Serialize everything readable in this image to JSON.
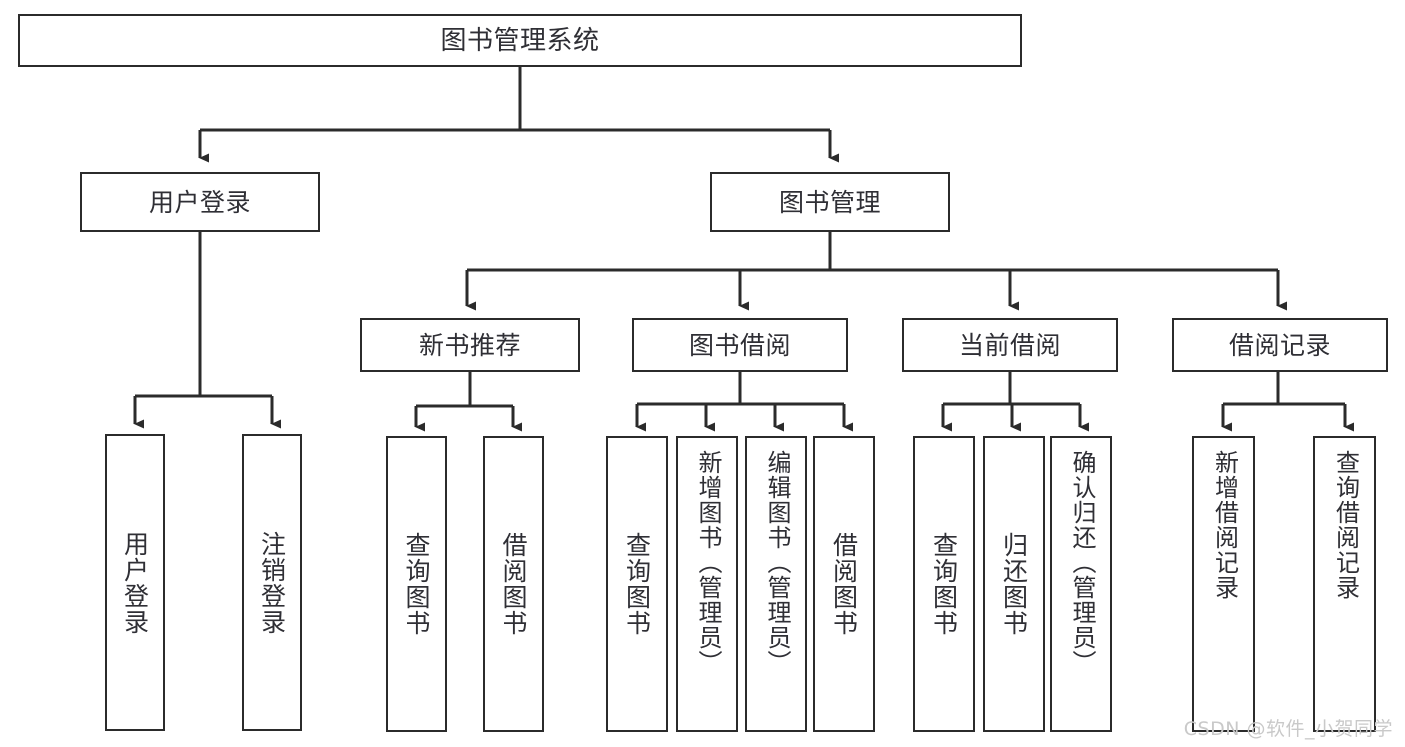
{
  "diagram": {
    "type": "tree-hierarchy",
    "title": "图书管理系统",
    "orientation": "top-down",
    "background_color": "#ffffff",
    "line_color": "#2b2b2b",
    "text_color": "#2f2f35",
    "levels": [
      {
        "level": 0,
        "nodes": [
          {
            "id": "root",
            "label": "图书管理系统",
            "text_direction": "horizontal"
          }
        ]
      },
      {
        "level": 1,
        "nodes": [
          {
            "id": "login",
            "label": "用户登录",
            "text_direction": "horizontal",
            "parent": "root"
          },
          {
            "id": "bookmgmt",
            "label": "图书管理",
            "text_direction": "horizontal",
            "parent": "root"
          }
        ]
      },
      {
        "level": 2,
        "nodes": [
          {
            "id": "newbook",
            "label": "新书推荐",
            "text_direction": "horizontal",
            "parent": "bookmgmt"
          },
          {
            "id": "borrow",
            "label": "图书借阅",
            "text_direction": "horizontal",
            "parent": "bookmgmt"
          },
          {
            "id": "current",
            "label": "当前借阅",
            "text_direction": "horizontal",
            "parent": "bookmgmt"
          },
          {
            "id": "records",
            "label": "借阅记录",
            "text_direction": "horizontal",
            "parent": "bookmgmt"
          }
        ]
      },
      {
        "level": 3,
        "nodes": [
          {
            "id": "leaf-user-login",
            "label": "用户登录",
            "text_direction": "vertical",
            "parent": "login"
          },
          {
            "id": "leaf-user-logout",
            "label": "注销登录",
            "text_direction": "vertical",
            "parent": "login"
          },
          {
            "id": "leaf-new-query",
            "label": "查询图书",
            "text_direction": "vertical",
            "parent": "newbook"
          },
          {
            "id": "leaf-new-borrow",
            "label": "借阅图书",
            "text_direction": "vertical",
            "parent": "newbook"
          },
          {
            "id": "leaf-borrow-query",
            "label": "查询图书",
            "text_direction": "vertical",
            "parent": "borrow"
          },
          {
            "id": "leaf-borrow-add",
            "label": "新增图书（管理员）",
            "text_direction": "vertical",
            "parent": "borrow"
          },
          {
            "id": "leaf-borrow-edit",
            "label": "编辑图书（管理员）",
            "text_direction": "vertical",
            "parent": "borrow"
          },
          {
            "id": "leaf-borrow-lend",
            "label": "借阅图书",
            "text_direction": "vertical",
            "parent": "borrow"
          },
          {
            "id": "leaf-current-query",
            "label": "查询图书",
            "text_direction": "vertical",
            "parent": "current"
          },
          {
            "id": "leaf-current-return",
            "label": "归还图书",
            "text_direction": "vertical",
            "parent": "current"
          },
          {
            "id": "leaf-current-confirm",
            "label": "确认归还（管理员）",
            "text_direction": "vertical",
            "parent": "current"
          },
          {
            "id": "leaf-record-add",
            "label": "新增借阅记录",
            "text_direction": "vertical",
            "parent": "records"
          },
          {
            "id": "leaf-record-query",
            "label": "查询借阅记录",
            "text_direction": "vertical",
            "parent": "records"
          }
        ]
      }
    ]
  },
  "watermark": {
    "text": "CSDN @软件_小贺同学"
  }
}
